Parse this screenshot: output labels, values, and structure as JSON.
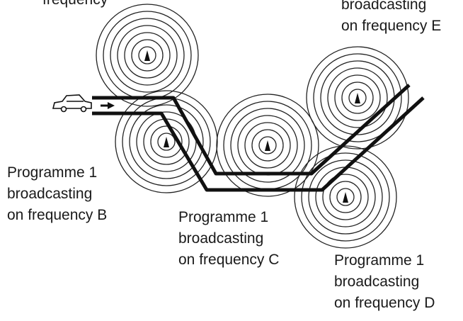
{
  "labels": {
    "top_fragment": "frequency",
    "e": {
      "line1": "broadcasting",
      "line2": "on frequency E"
    },
    "b": {
      "line1": "Programme 1",
      "line2": "broadcasting",
      "line3": "on frequency B"
    },
    "c": {
      "line1": "Programme 1",
      "line2": "broadcasting",
      "line3": "on frequency C"
    },
    "d": {
      "line1": "Programme 1",
      "line2": "broadcasting",
      "line3": "on frequency D"
    }
  },
  "colors": {
    "ink": "#1a1a1a",
    "background": "#ffffff"
  },
  "icons": [
    "car-icon",
    "arrow-icon",
    "antenna-icon"
  ]
}
